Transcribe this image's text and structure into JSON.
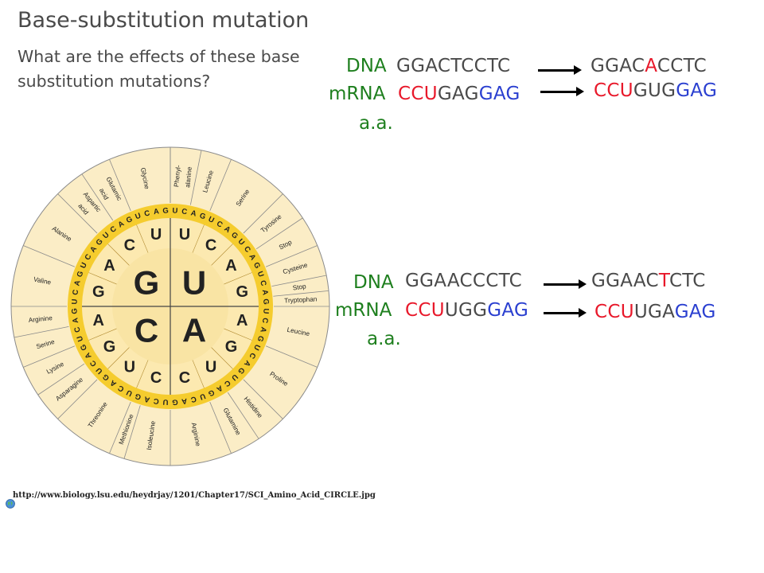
{
  "slide": {
    "title": "Base-substitution mutation",
    "question": "What are the effects of these base substitution mutations?",
    "source_url": "http://www.biology.lsu.edu/heydrjay/1201/Chapter17/SCI_Amino_Acid_CIRCLE.jpg"
  },
  "colors": {
    "green": "#1e7f1e",
    "red": "#e8182a",
    "blue": "#2a3fd0",
    "gray": "#4a4a4a"
  },
  "example1": {
    "dna_label": "DNA",
    "mrna_label": "mRNA",
    "aa_label": "a.a.",
    "dna_original": [
      [
        "GGACTCCTC",
        "gray"
      ]
    ],
    "dna_mutant": [
      [
        "GGAC",
        "gray"
      ],
      [
        "A",
        "red"
      ],
      [
        "CCTC",
        "gray"
      ]
    ],
    "mrna_original": [
      [
        "CCU",
        "red"
      ],
      [
        "GAG",
        "gray"
      ],
      [
        "GAG",
        "blue"
      ]
    ],
    "mrna_mutant": [
      [
        "CCU",
        "red"
      ],
      [
        "GUG",
        "gray"
      ],
      [
        "GAG",
        "blue"
      ]
    ]
  },
  "example2": {
    "dna_label": "DNA",
    "mrna_label": "mRNA",
    "aa_label": "a.a.",
    "dna_original": [
      [
        "GGAACCCTC",
        "gray"
      ]
    ],
    "dna_mutant": [
      [
        "GGAAC",
        "gray"
      ],
      [
        "T",
        "red"
      ],
      [
        "CTC",
        "gray"
      ]
    ],
    "mrna_original": [
      [
        "CCU",
        "red"
      ],
      [
        "UGG",
        "gray"
      ],
      [
        "GAG",
        "blue"
      ]
    ],
    "mrna_mutant": [
      [
        "CCU",
        "red"
      ],
      [
        "UGA",
        "gray"
      ],
      [
        "GAG",
        "blue"
      ]
    ]
  },
  "codon_wheel": {
    "first_bases": [
      "G",
      "U",
      "C",
      "A"
    ],
    "second_bases": [
      "U",
      "C",
      "A",
      "G",
      "A",
      "G",
      "U",
      "C",
      "C",
      "U",
      "G",
      "A",
      "G",
      "A",
      "C",
      "U"
    ],
    "third_bases": "UCAGUCAGUCAGUCAGUCAGUCAGUCAGUCAGUCAGUCAGUCAGUCAGUCAGUCAGUCAGUCAG",
    "amino_acids": [
      {
        "name": "Phenyl-\nalanine",
        "count": 2
      },
      {
        "name": "Leucine",
        "count": 2
      },
      {
        "name": "Serine",
        "count": 4
      },
      {
        "name": "Tyrosine",
        "count": 2
      },
      {
        "name": "Stop",
        "count": 2
      },
      {
        "name": "Cysteine",
        "count": 2
      },
      {
        "name": "Stop",
        "count": 1
      },
      {
        "name": "Tryptophan",
        "count": 1
      },
      {
        "name": "Leucine",
        "count": 4
      },
      {
        "name": "Proline",
        "count": 4
      },
      {
        "name": "Histidine",
        "count": 2
      },
      {
        "name": "Glutamine",
        "count": 2
      },
      {
        "name": "Arginine",
        "count": 4
      },
      {
        "name": "Isoleucine",
        "count": 3
      },
      {
        "name": "Methionine",
        "count": 1
      },
      {
        "name": "Threonine",
        "count": 4
      },
      {
        "name": "Asparagine",
        "count": 2
      },
      {
        "name": "Lysine",
        "count": 2
      },
      {
        "name": "Serine",
        "count": 2
      },
      {
        "name": "Arginine",
        "count": 2
      },
      {
        "name": "Valine",
        "count": 4
      },
      {
        "name": "Alanine",
        "count": 4
      },
      {
        "name": "Aspartic\nacid",
        "count": 2
      },
      {
        "name": "Glutamic\nacid",
        "count": 2
      },
      {
        "name": "Glycine",
        "count": 4
      }
    ]
  }
}
